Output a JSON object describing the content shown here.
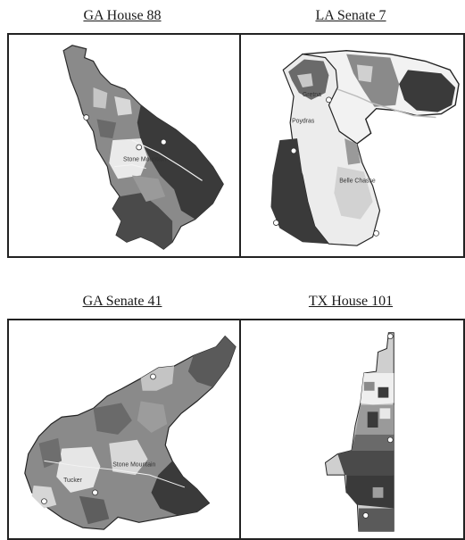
{
  "maps": [
    {
      "title": "GA House 88",
      "place_labels": [
        "Stone Mountain"
      ]
    },
    {
      "title": "LA Senate 7",
      "place_labels": [
        "Gretna",
        "Belle Chasse",
        "Poydras"
      ]
    },
    {
      "title": "GA Senate 41",
      "place_labels": [
        "Tucker",
        "Stone Mountain"
      ]
    },
    {
      "title": "TX House 101",
      "place_labels": []
    }
  ],
  "colors": {
    "dark": "#3a3a3a",
    "mid": "#7a7a7a",
    "light": "#b8b8b8",
    "pale": "#e6e6e6"
  }
}
